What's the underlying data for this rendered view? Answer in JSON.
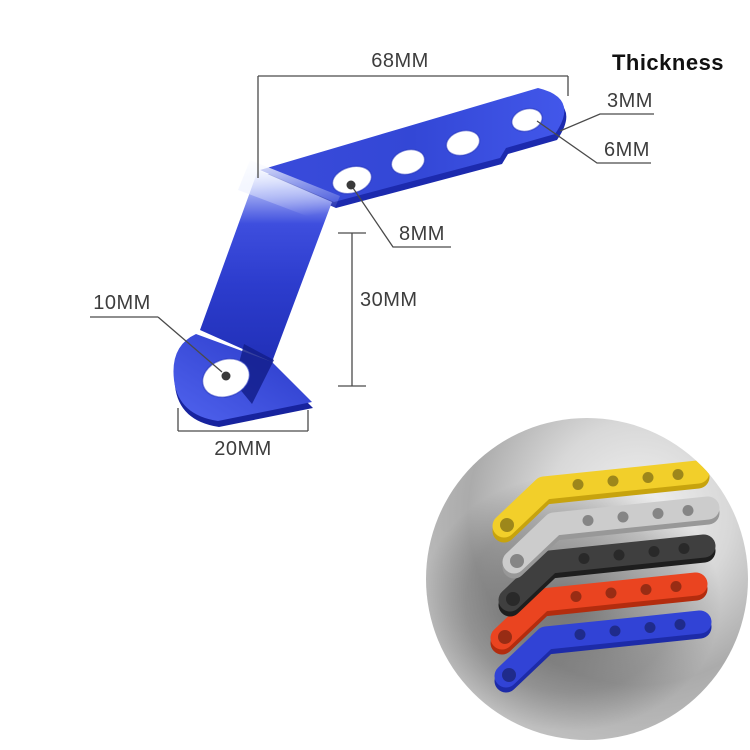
{
  "dimensions": {
    "length_top": "68MM",
    "thickness_heading": "Thickness",
    "thickness": "3MM",
    "hole_end": "6MM",
    "hole_arm": "8MM",
    "height": "30MM",
    "hole_foot": "10MM",
    "foot_length": "20MM"
  },
  "colors": {
    "bracket_primary": "#3346d8",
    "bracket_dark": "#1c2aae",
    "bracket_highlight": "#e8ecff",
    "dimension_line": "#4a4a4a",
    "hole_fill": "#ffffff"
  },
  "inset": {
    "variants": [
      {
        "name": "yellow",
        "color": "#f2cf2a",
        "edge": "#c7a30e"
      },
      {
        "name": "silver",
        "color": "#cccccc",
        "edge": "#989898"
      },
      {
        "name": "black",
        "color": "#3f3f3f",
        "edge": "#1e1e1e"
      },
      {
        "name": "red",
        "color": "#ea4420",
        "edge": "#b32c0e"
      },
      {
        "name": "blue",
        "color": "#3143d6",
        "edge": "#1d2ba8"
      }
    ]
  }
}
